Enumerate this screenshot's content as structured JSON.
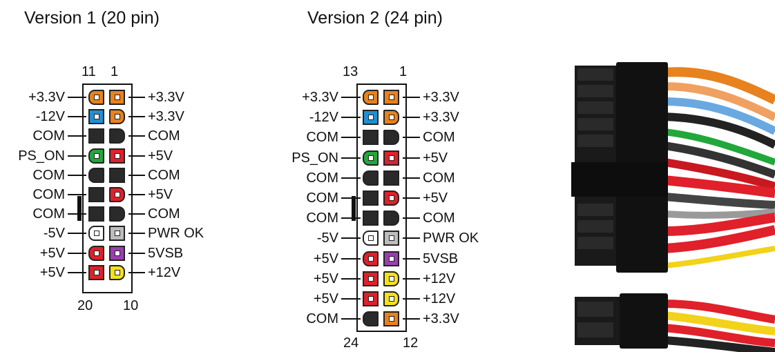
{
  "connectors": [
    {
      "title": "Version 1 (20 pin)",
      "top_left_number": "11",
      "top_right_number": "1",
      "bottom_left_number": "20",
      "bottom_right_number": "10",
      "rows": [
        {
          "left_label": "+3.3V",
          "left_color": "#e8821e",
          "left_shape": "d-left",
          "right_label": "+3.3V",
          "right_color": "#e8821e",
          "right_shape": "square"
        },
        {
          "left_label": "-12V",
          "left_color": "#1e90d6",
          "left_shape": "square",
          "right_label": "+3.3V",
          "right_color": "#e8821e",
          "right_shape": "d-right"
        },
        {
          "left_label": "COM",
          "left_color": "#2a2a2a",
          "left_shape": "square",
          "right_label": "COM",
          "right_color": "#2a2a2a",
          "right_shape": "d-right"
        },
        {
          "left_label": "PS_ON",
          "left_color": "#22a83a",
          "left_shape": "d-left",
          "right_label": "+5V",
          "right_color": "#e0202a",
          "right_shape": "square"
        },
        {
          "left_label": "COM",
          "left_color": "#2a2a2a",
          "left_shape": "d-left",
          "right_label": "COM",
          "right_color": "#2a2a2a",
          "right_shape": "square"
        },
        {
          "left_label": "COM",
          "left_color": "#2a2a2a",
          "left_shape": "square",
          "right_label": "+5V",
          "right_color": "#e0202a",
          "right_shape": "d-right"
        },
        {
          "left_label": "COM",
          "left_color": "#2a2a2a",
          "left_shape": "square",
          "right_label": "COM",
          "right_color": "#2a2a2a",
          "right_shape": "d-right"
        },
        {
          "left_label": "-5V",
          "left_color": "#ffffff",
          "left_shape": "d-left",
          "right_label": "PWR OK",
          "right_color": "#bdbdbd",
          "right_shape": "square"
        },
        {
          "left_label": "+5V",
          "left_color": "#e0202a",
          "left_shape": "d-left",
          "right_label": "5VSB",
          "right_color": "#9b3fb0",
          "right_shape": "square"
        },
        {
          "left_label": "+5V",
          "left_color": "#e0202a",
          "left_shape": "square",
          "right_label": "+12V",
          "right_color": "#f2e21a",
          "right_shape": "d-right"
        }
      ]
    },
    {
      "title": "Version 2 (24 pin)",
      "top_left_number": "13",
      "top_right_number": "1",
      "bottom_left_number": "24",
      "bottom_right_number": "12",
      "rows": [
        {
          "left_label": "+3.3V",
          "left_color": "#e8821e",
          "left_shape": "d-left",
          "right_label": "+3.3V",
          "right_color": "#e8821e",
          "right_shape": "square"
        },
        {
          "left_label": "-12V",
          "left_color": "#1e90d6",
          "left_shape": "square",
          "right_label": "+3.3V",
          "right_color": "#e8821e",
          "right_shape": "d-right"
        },
        {
          "left_label": "COM",
          "left_color": "#2a2a2a",
          "left_shape": "square",
          "right_label": "COM",
          "right_color": "#2a2a2a",
          "right_shape": "d-right"
        },
        {
          "left_label": "PS_ON",
          "left_color": "#22a83a",
          "left_shape": "d-left",
          "right_label": "+5V",
          "right_color": "#e0202a",
          "right_shape": "square"
        },
        {
          "left_label": "COM",
          "left_color": "#2a2a2a",
          "left_shape": "d-left",
          "right_label": "COM",
          "right_color": "#2a2a2a",
          "right_shape": "square"
        },
        {
          "left_label": "COM",
          "left_color": "#2a2a2a",
          "left_shape": "square",
          "right_label": "+5V",
          "right_color": "#e0202a",
          "right_shape": "d-right"
        },
        {
          "left_label": "COM",
          "left_color": "#2a2a2a",
          "left_shape": "square",
          "right_label": "COM",
          "right_color": "#2a2a2a",
          "right_shape": "d-right"
        },
        {
          "left_label": "-5V",
          "left_color": "#ffffff",
          "left_shape": "d-left",
          "right_label": "PWR OK",
          "right_color": "#bdbdbd",
          "right_shape": "square"
        },
        {
          "left_label": "+5V",
          "left_color": "#e0202a",
          "left_shape": "d-left",
          "right_label": "5VSB",
          "right_color": "#9b3fb0",
          "right_shape": "square"
        },
        {
          "left_label": "+5V",
          "left_color": "#e0202a",
          "left_shape": "square",
          "right_label": "+12V",
          "right_color": "#f2e21a",
          "right_shape": "d-right"
        },
        {
          "left_label": "+5V",
          "left_color": "#e0202a",
          "left_shape": "square",
          "right_label": "+12V",
          "right_color": "#f2e21a",
          "right_shape": "d-right"
        },
        {
          "left_label": "COM",
          "left_color": "#2a2a2a",
          "left_shape": "d-left",
          "right_label": "+3.3V",
          "right_color": "#e8821e",
          "right_shape": "square"
        }
      ]
    }
  ],
  "photo": {
    "subject": "atx-power-connector-photo",
    "wire_colors": [
      "#e8821e",
      "#f0a060",
      "#6aa8e0",
      "#222222",
      "#22a83a",
      "#e0202a",
      "#f2d21a",
      "#9a9a9a"
    ]
  }
}
